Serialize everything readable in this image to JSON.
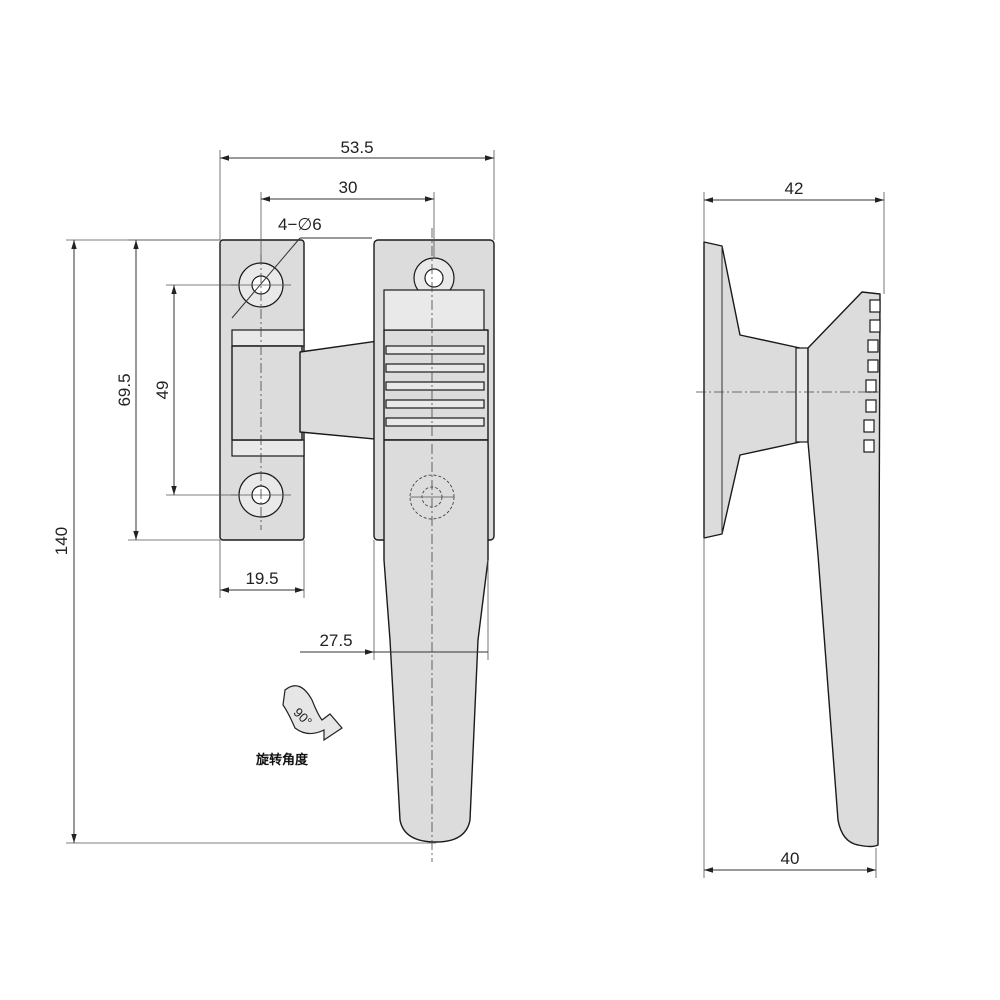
{
  "dimensions": {
    "overall_width": "53.5",
    "hole_spacing_horizontal": "30",
    "hole_spec": "4−∅6",
    "mount_height": "69.5",
    "hole_spacing_vertical": "49",
    "total_length": "140",
    "base_width": "19.5",
    "handle_width": "27.5",
    "side_depth_top": "42",
    "side_depth_bottom": "40"
  },
  "rotation": {
    "angle": "90°",
    "label": "旋转角度"
  }
}
